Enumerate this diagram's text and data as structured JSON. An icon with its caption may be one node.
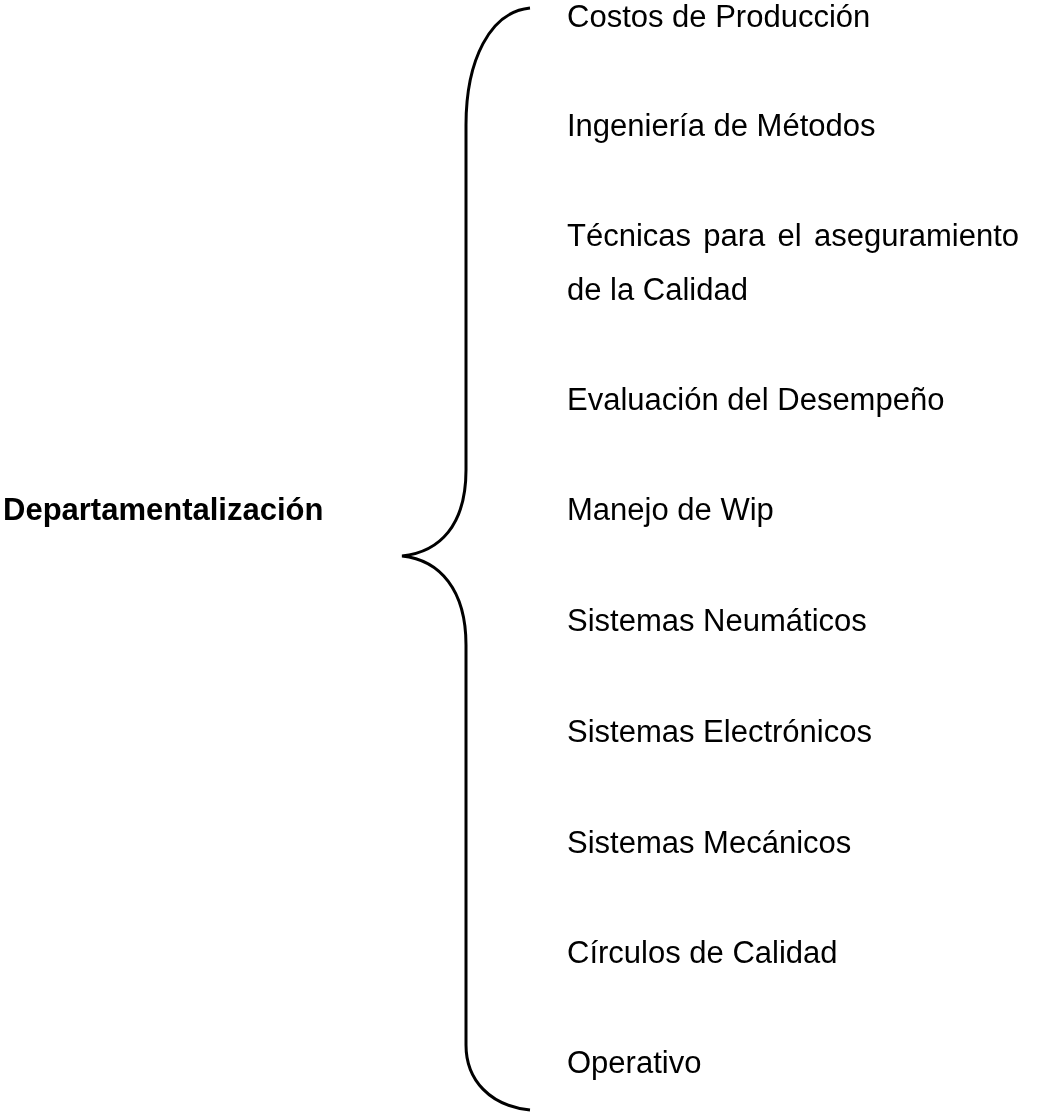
{
  "diagram": {
    "labels": [
      "Departamentalización",
      "Costos de Producción",
      "Ingeniería de Métodos",
      "Técnicas para el aseguramiento de la Calidad",
      "Evaluación del Desempeño",
      "Manejo de Wip",
      "Sistemas Neumáticos",
      "Sistemas Electrónicos",
      "Sistemas Mecánicos",
      "Círculos de Calidad",
      "Operativo"
    ]
  }
}
